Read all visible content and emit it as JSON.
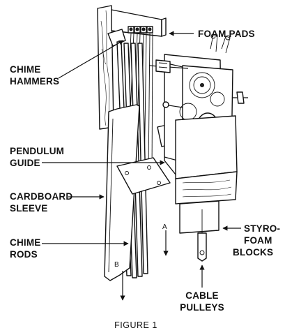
{
  "figure": {
    "caption": "FIGURE 1",
    "labels": {
      "foam_pads": "FOAM PADS",
      "chime_hammers": [
        "CHIME",
        "HAMMERS"
      ],
      "pendulum_guide": [
        "PENDULUM",
        "GUIDE"
      ],
      "cardboard_sleeve": [
        "CARDBOARD",
        "SLEEVE"
      ],
      "chime_rods": [
        "CHIME",
        "RODS"
      ],
      "styrofoam_blocks": [
        "STYRO-",
        "FOAM",
        "BLOCKS"
      ],
      "cable_pulleys": [
        "CABLE",
        "PULLEYS"
      ]
    },
    "markers": {
      "a": "A",
      "b": "B"
    }
  }
}
